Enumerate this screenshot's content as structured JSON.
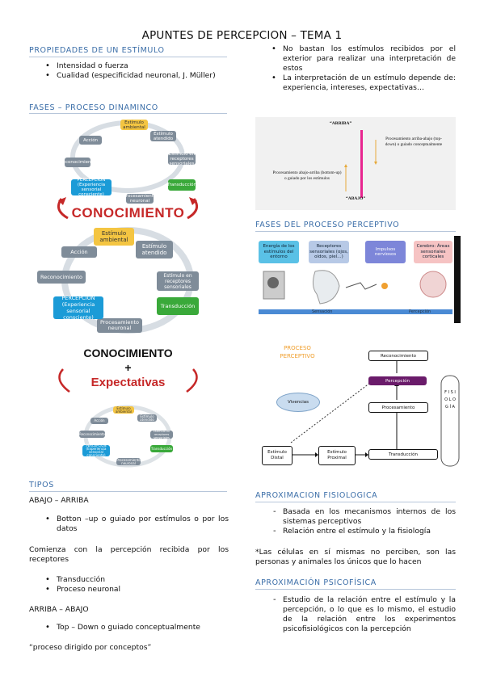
{
  "title": "APUNTES DE PERCEPCION – TEMA 1",
  "left": {
    "s1_heading": "PROPIEDADES DE UN ESTÍMULO",
    "s1_items": [
      "Intensidad o fuerza",
      "Cualidad (especificidad neuronal, J. Müller)"
    ],
    "s2_heading": "FASES – PROCESO DINAMINCO",
    "cycle1": {
      "center": "CONOCIMIENTO",
      "nodes": [
        "Estímulo ambiental",
        "Estímulo atendido",
        "Estímulo en receptores sensoriales",
        "Transducción",
        "Procesamiento neuronal",
        "PERCEPCIÓN (Experiencia sensorial consciente)",
        "Reconocimiento",
        "Acción"
      ]
    },
    "cycle2": {
      "center1": "CONOCIMIENTO",
      "plus": "+",
      "center2": "Expectativas"
    },
    "s3_heading": "TIPOS",
    "abajo_arriba": "ABAJO – ARRIBA",
    "abajo_items": [
      "Botton –up o guiado por estímulos o por los datos"
    ],
    "comienza": "Comienza con la percepción recibida por los receptores",
    "comienza_items": [
      "Transducción",
      "Proceso neuronal"
    ],
    "arriba_abajo": "ARRIBA – ABAJO",
    "arriba_items": [
      "Top – Down o guiado conceptualmente"
    ],
    "quote": "“proceso dirigido por conceptos”"
  },
  "right": {
    "top_items": [
      "No bastan los estímulos recibidos por el exterior para realizar una interpretación de estos",
      "La interpretación de un estímulo depende de: experiencia, intereses, expectativas…"
    ],
    "diagram1": {
      "arriba": "“ARRIBA”",
      "abajo": "“ABAJO”",
      "topdown": "Procesamiento arriba-abajo (top-down) o guiado conceptualmente",
      "bottomup": "Procesamiento abajo-arriba (bottom-up) o guiado por los estímulos"
    },
    "s4_heading": "FASES DEL PROCESO PERCEPTIVO",
    "fases_boxes": [
      "Energía de los estímulos del entorno",
      "Receptores sensoriales (ojos, oídos, piel…)",
      "Impulsos nerviosos",
      "Cerebro: Áreas sensoriales corticales"
    ],
    "fases_bar": [
      "Sensación",
      "Percepción"
    ],
    "proceso": {
      "label": "PROCESO PERCEPTIVO",
      "nodes": [
        "Reconocimiento",
        "Percepción",
        "Procesamiento",
        "Transducción",
        "Estímulo Distal",
        "Estímulo Proximal",
        "Vivencias"
      ],
      "fisiologia": "F I S I O L O G Í A"
    },
    "s5_heading": "APROXIMACION FISIOLOGICA",
    "s5_items": [
      "Basada en los mecanismos internos de los sistemas perceptivos",
      "Relación entre el estímulo y la fisiología"
    ],
    "s5_note": "*Las células en sí mismas no perciben, son las personas y animales los únicos que lo hacen",
    "s6_heading": "APROXIMACIÓN PSICOFÍSICA",
    "s6_items": [
      "Estudio de la relación entre el estímulo y la percepción, o lo que es lo mismo, el estudio de la relación entre los experimentos psicofisiológicos con la percepción"
    ]
  },
  "colors": {
    "heading": "#3b6ea8",
    "red": "#c62828",
    "magenta": "#e8258f",
    "purple": "#6a1b6a"
  }
}
